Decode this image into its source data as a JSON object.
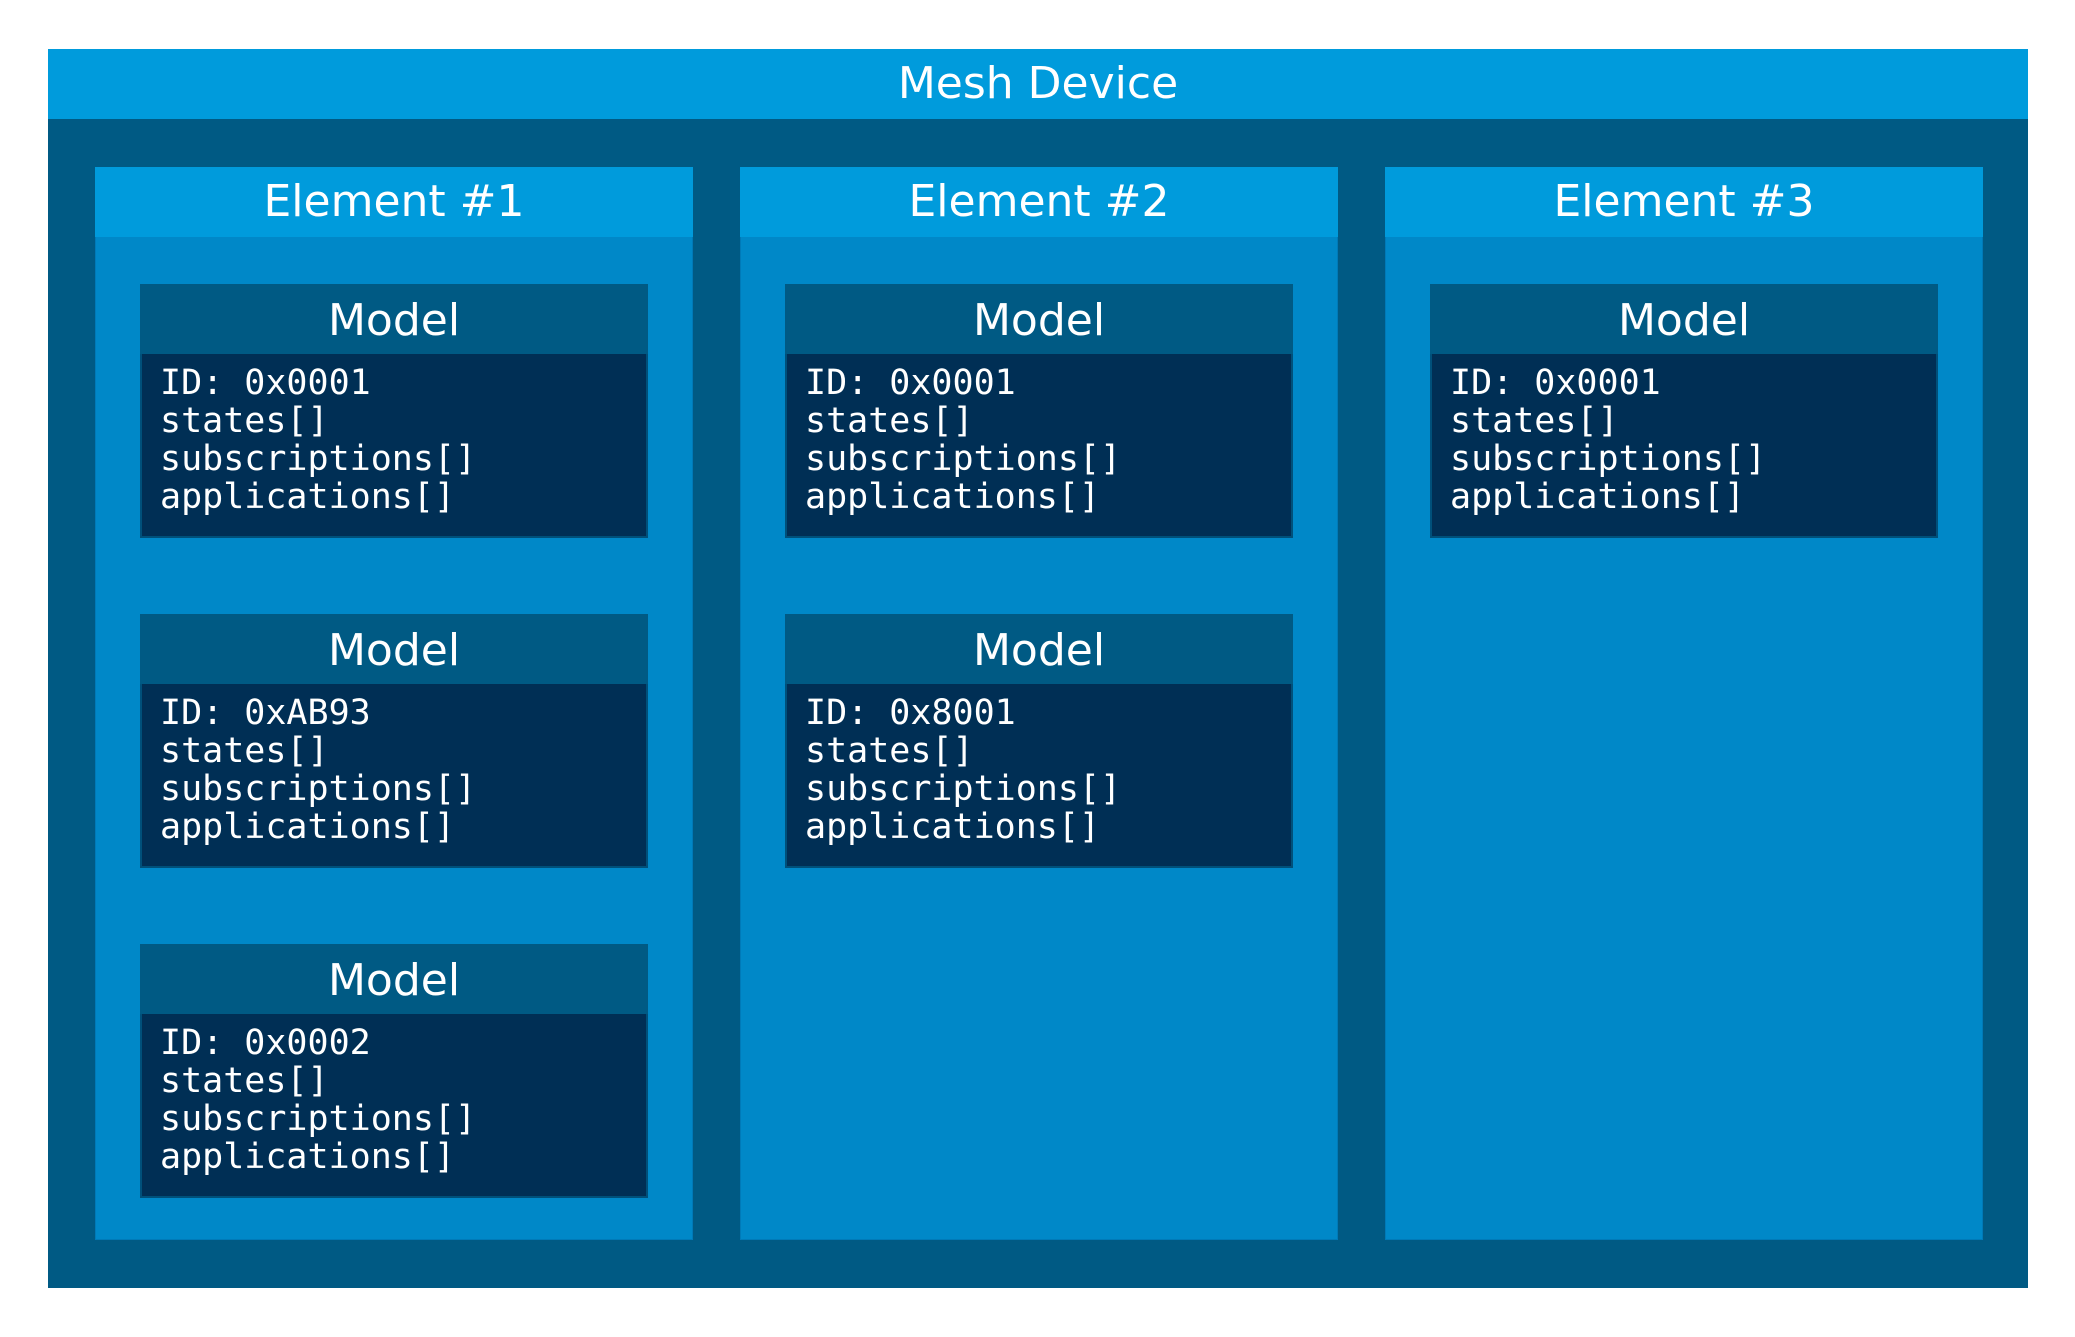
{
  "device": {
    "title": "Mesh Device"
  },
  "elements": [
    {
      "title": "Element #1",
      "models": [
        {
          "title": "Model",
          "id": "ID: 0x0001",
          "states": "states[]",
          "subscriptions": "subscriptions[]",
          "applications": "applications[]"
        },
        {
          "title": "Model",
          "id": "ID: 0xAB93",
          "states": "states[]",
          "subscriptions": "subscriptions[]",
          "applications": "applications[]"
        },
        {
          "title": "Model",
          "id": "ID: 0x0002",
          "states": "states[]",
          "subscriptions": "subscriptions[]",
          "applications": "applications[]"
        }
      ]
    },
    {
      "title": "Element #2",
      "models": [
        {
          "title": "Model",
          "id": "ID: 0x0001",
          "states": "states[]",
          "subscriptions": "subscriptions[]",
          "applications": "applications[]"
        },
        {
          "title": "Model",
          "id": "ID: 0x8001",
          "states": "states[]",
          "subscriptions": "subscriptions[]",
          "applications": "applications[]"
        }
      ]
    },
    {
      "title": "Element #3",
      "models": [
        {
          "title": "Model",
          "id": "ID: 0x0001",
          "states": "states[]",
          "subscriptions": "subscriptions[]",
          "applications": "applications[]"
        }
      ]
    }
  ],
  "colors": {
    "device_body": "#005a84",
    "header": "#009bdc",
    "element_body": "#0088c8",
    "model_header": "#005a84",
    "model_body": "#002f55"
  }
}
